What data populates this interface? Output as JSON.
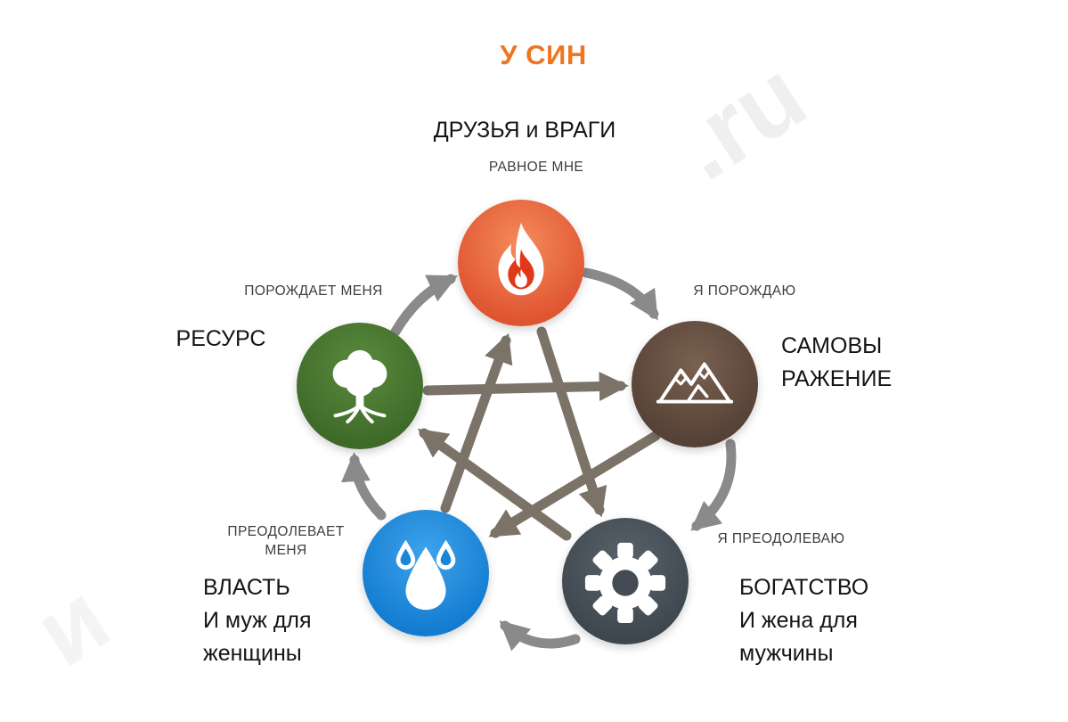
{
  "title": "У СИН",
  "fire": {
    "meaning": "ДРУЗЬЯ и ВРАГИ",
    "relation": "РАВНОЕ МНЕ"
  },
  "wood": {
    "relation": "ПОРОЖДАЕТ МЕНЯ",
    "meaning": "РЕСУРС"
  },
  "earth": {
    "relation": "Я ПОРОЖДАЮ",
    "meaning": [
      "САМОВЫ",
      "РАЖЕНИЕ"
    ]
  },
  "water": {
    "relation": [
      "ПРЕОДОЛЕВАЕТ",
      "МЕНЯ"
    ],
    "meaning": [
      "ВЛАСТЬ",
      "И муж для",
      "женщины"
    ]
  },
  "metal": {
    "relation": "Я ПРЕОДОЛЕВАЮ",
    "meaning": [
      "БОГАТСТВО",
      "И жена для",
      "мужчины"
    ]
  },
  "watermark": {
    "top_right": ".ru",
    "bottom_left": "и"
  },
  "colors": {
    "title": "#ED7622",
    "arrow_outer": "#8A8A8A",
    "arrow_inner": "#7B7268",
    "fire": {
      "light": "#F58B5C",
      "dark": "#DF5430"
    },
    "wood": {
      "light": "#5A8A3E",
      "dark": "#3E6A28"
    },
    "earth": {
      "light": "#7A6150",
      "dark": "#554136"
    },
    "water": {
      "light": "#3FA3EC",
      "dark": "#137CD0"
    },
    "metal": {
      "light": "#5A636C",
      "dark": "#3E464E"
    }
  },
  "icons": {
    "fire": "flame-icon",
    "wood": "tree-icon",
    "earth": "mountains-icon",
    "water": "water-drops-icon",
    "metal": "gear-icon"
  }
}
